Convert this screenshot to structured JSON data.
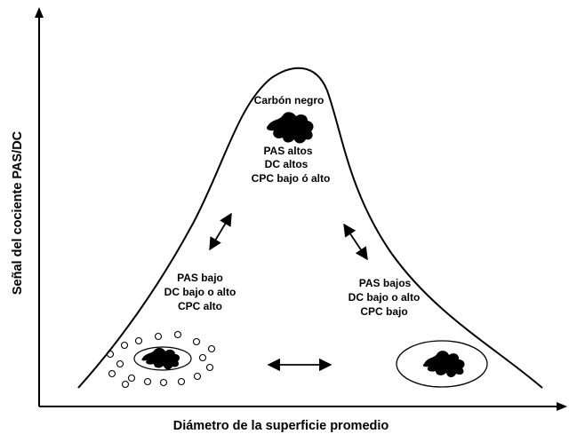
{
  "axes": {
    "y_label": "Señal del cociente PAS/DC",
    "x_label": "Diámetro de la superficie promedio"
  },
  "regions": {
    "top": {
      "title": "Carbón negro",
      "lines": [
        "PAS altos",
        "DC  altos",
        "CPC bajo ó alto"
      ]
    },
    "left": {
      "lines": [
        "PAS bajo",
        "DC bajo o alto",
        "CPC alto"
      ]
    },
    "right": {
      "lines": [
        "PAS bajos",
        "DC bajo o alto",
        "CPC bajo"
      ]
    }
  },
  "style": {
    "ink": "#000000",
    "background": "#ffffff"
  }
}
